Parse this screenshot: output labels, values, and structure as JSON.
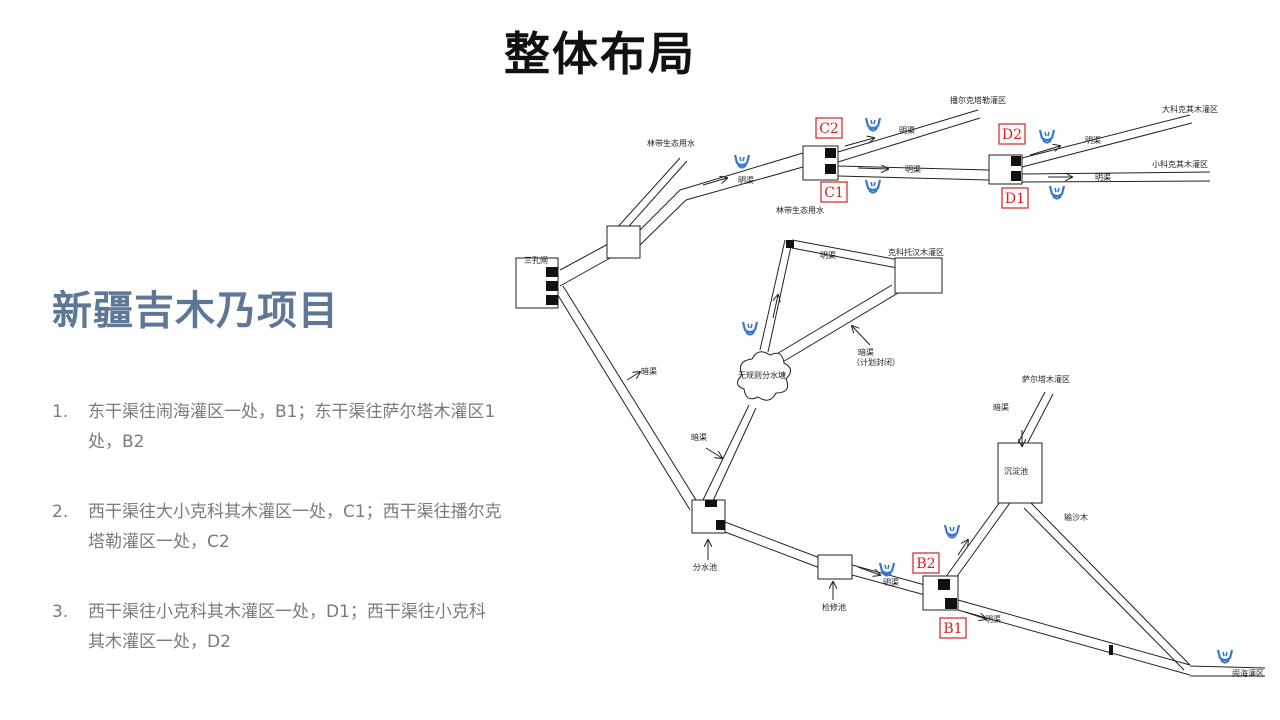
{
  "slide": {
    "title": "整体布局",
    "project_title": "新疆吉木乃项目"
  },
  "points": [
    {
      "num": "1.",
      "text": "东干渠往闹海灌区一处，B1；东干渠往萨尔塔木灌区1处，B2"
    },
    {
      "num": "2.",
      "text": "西干渠往大小克科其木灌区一处，C1；西干渠往播尔克塔勒灌区一处，C2"
    },
    {
      "num": "3.",
      "text": "西干渠往小克科其木灌区一处，D1；西干渠往小克科其木灌区一处，D2"
    }
  ],
  "diagram": {
    "labels": {
      "sankong": "三孔闸",
      "linfang_top": "林带生态用水",
      "linfang_mid": "林带生态用水",
      "borke": "播尔克塔勒灌区",
      "dake": "大科克其木灌区",
      "xiaoke": "小科克其木灌区",
      "keketuo": "克科托汉木灌区",
      "wuguize": "无规则分水塘",
      "saer": "萨尔塔木灌区",
      "naohai": "闹海灌区",
      "fenshui": "分水池",
      "jianxiu": "检修池",
      "chendian": "沉淀池",
      "mingqu": "明渠",
      "anqu": "暗渠",
      "anqu_plan": "（计划封闭）",
      "shusha": "输沙木"
    },
    "markers": {
      "C1": "C1",
      "C2": "C2",
      "D1": "D1",
      "D2": "D2",
      "B1": "B1",
      "B2": "B2"
    },
    "icon_color": "#3a78c9",
    "marker_color": "#d42020"
  }
}
